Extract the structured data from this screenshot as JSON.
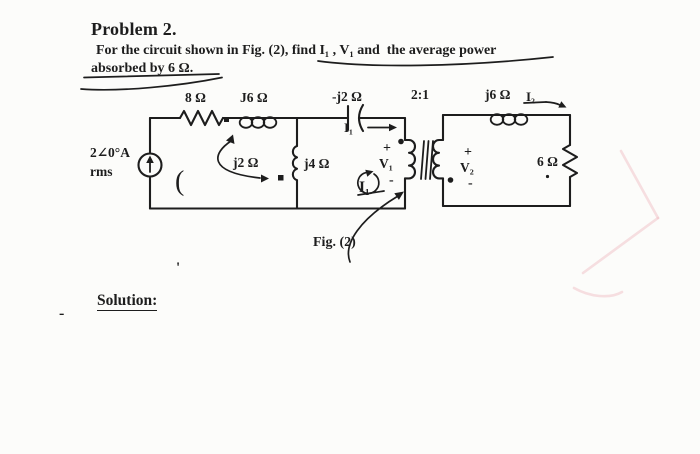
{
  "page": {
    "problem_title": "Problem 2.",
    "statement_line1": "For the circuit shown in Fig. (2), find I₁ , V₁ and  the average power",
    "statement_line2": "absorbed by 6 Ω.",
    "solution_label": "Solution:",
    "margin_apostrophe": "'",
    "margin_dash": "-"
  },
  "figure": {
    "caption": "Fig. (2)",
    "source_value": "2∠0°A",
    "source_unit": "rms",
    "turns_ratio": "2:1",
    "labels": {
      "r8": "8 Ω",
      "l_series_primary": "J6 Ω",
      "capacitor": "-j2 Ω",
      "mutual": "j2 Ω",
      "l_shunt": "j4 Ω",
      "l_series_secondary": "j6 Ω",
      "r6": "6 Ω",
      "i1_branch": "I₁",
      "i1_mesh": "I₁",
      "i2": "I₂",
      "v1": "V₁",
      "v1_plus": "+",
      "v1_minus": "-",
      "v2": "V₂",
      "v2_plus": "+",
      "v2_minus": "-",
      "paren_mark": "("
    }
  },
  "colors": {
    "ink": "#1d1d1d",
    "paper": "#fcfcfa",
    "bleed_pink": "#efbfc6"
  }
}
